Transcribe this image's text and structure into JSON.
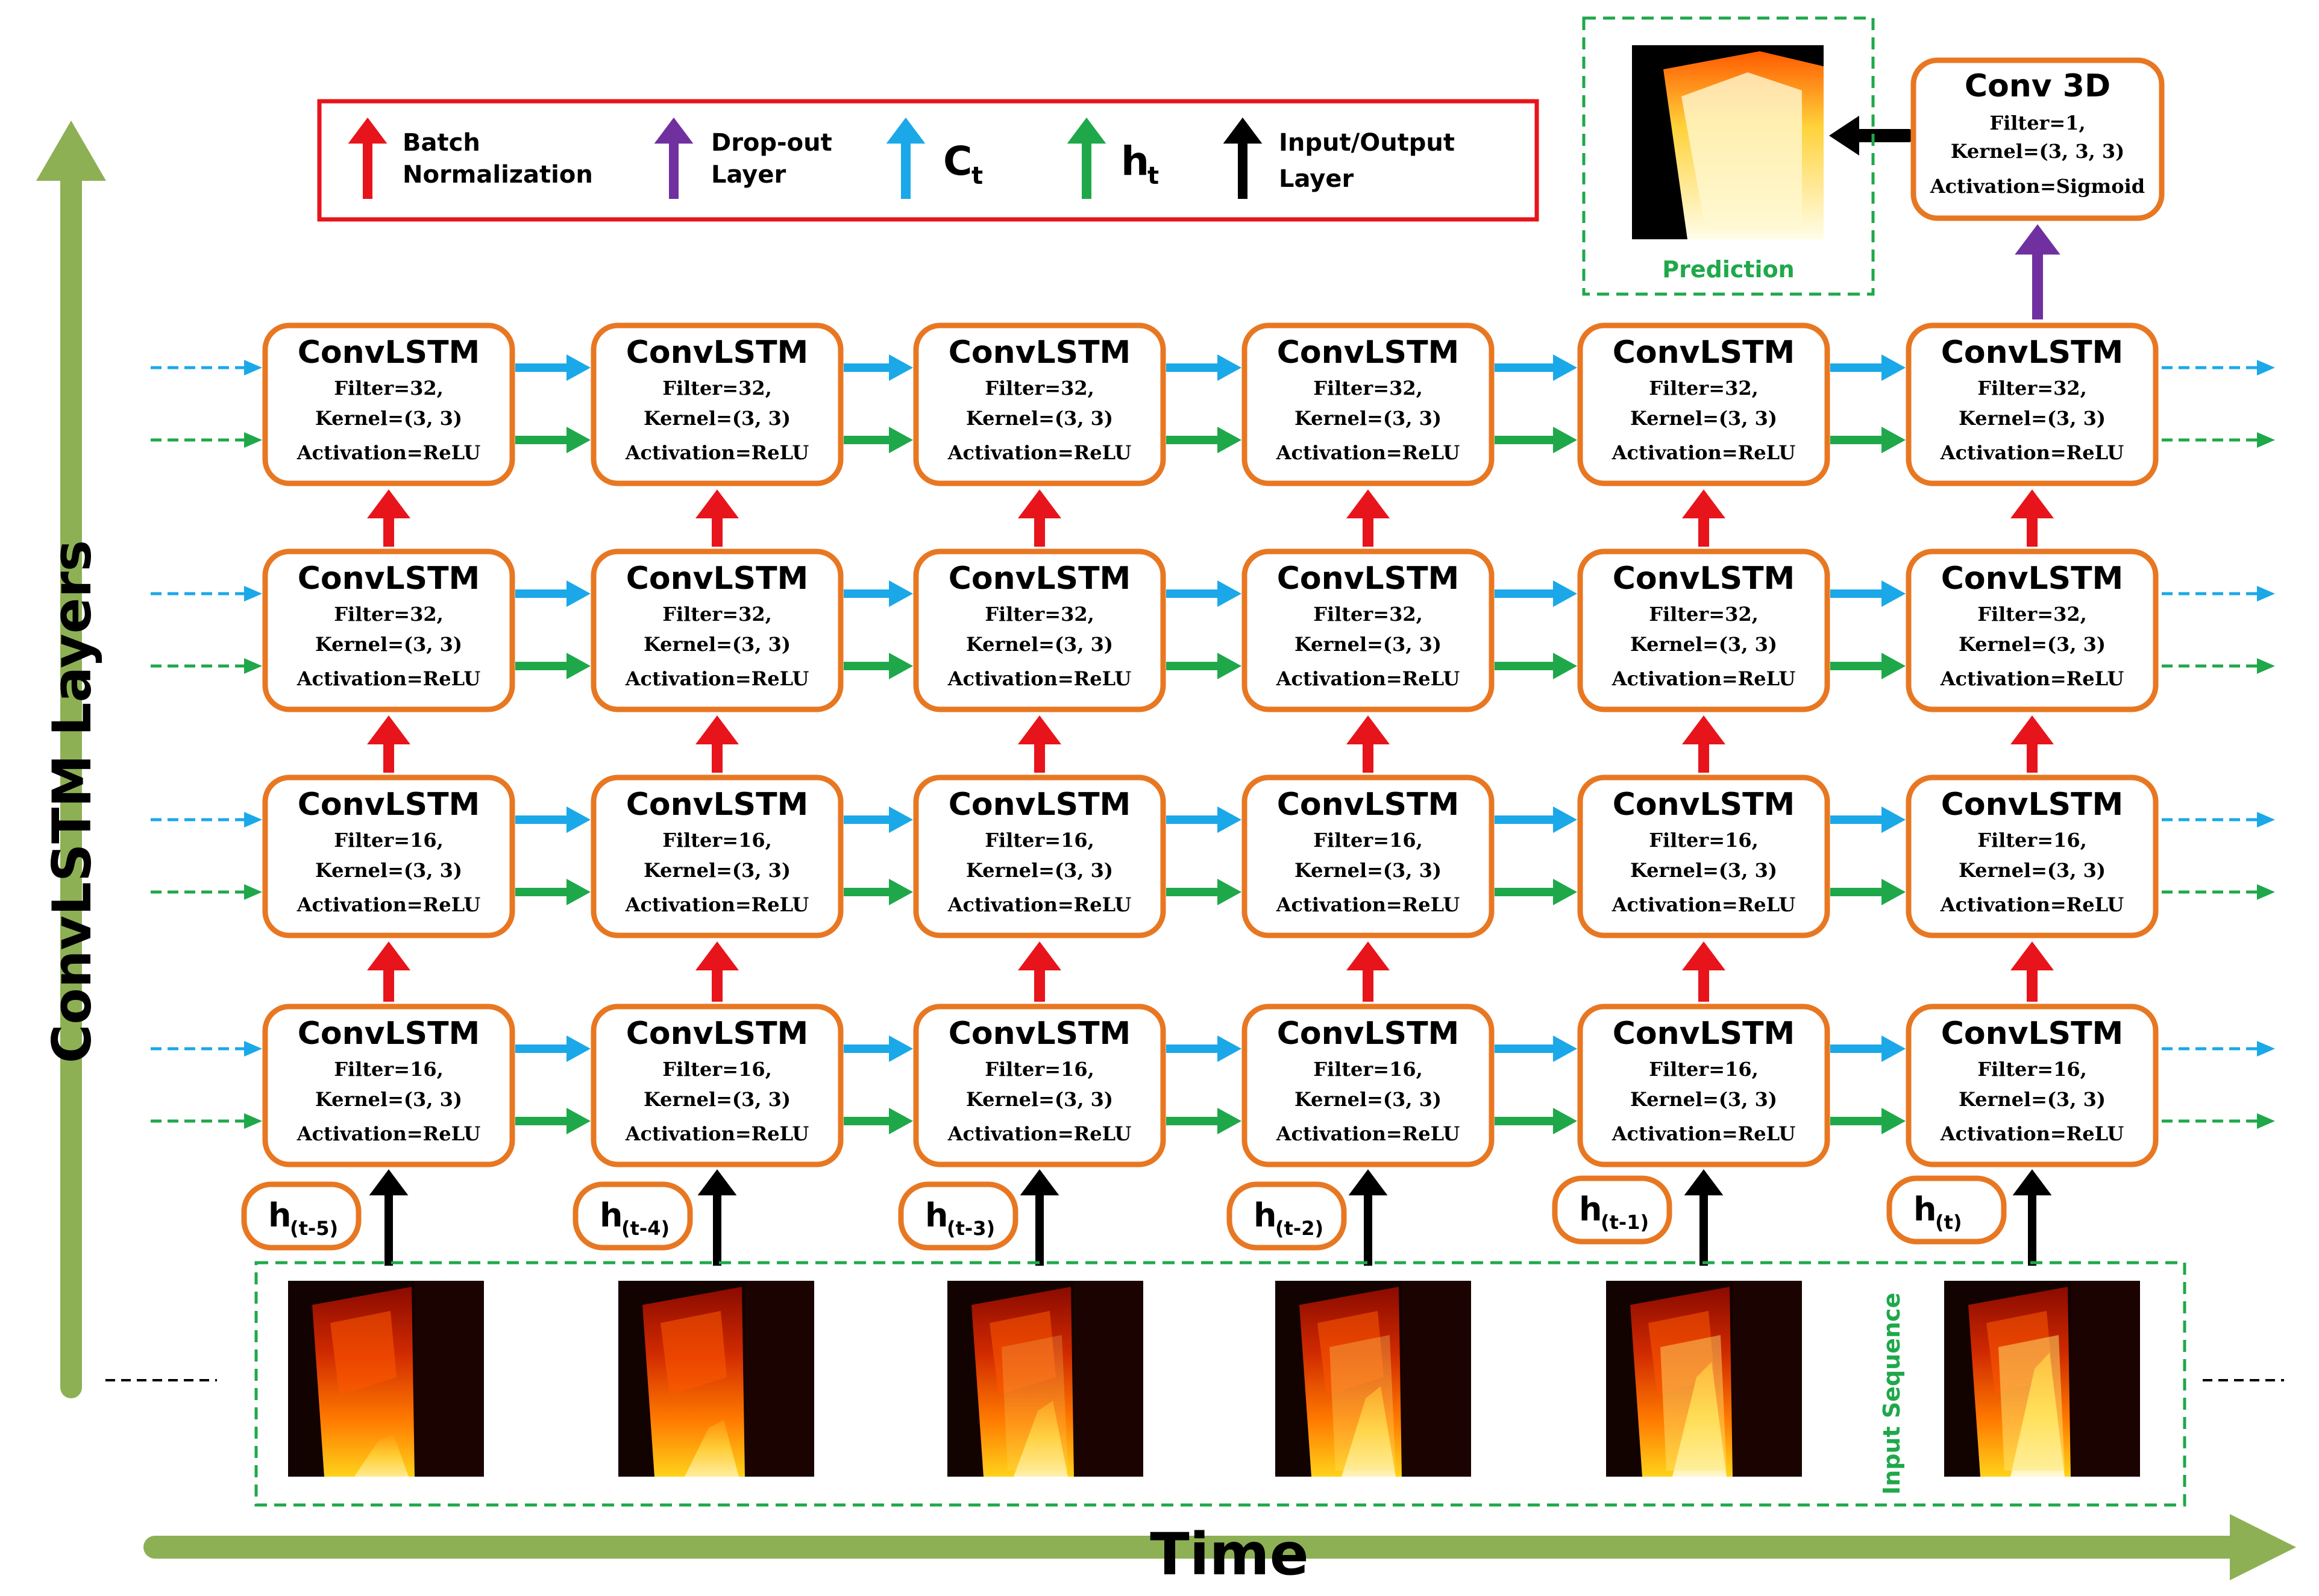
{
  "legend": {
    "batch_norm": "Batch Normalization",
    "batch_norm_line1": "Batch",
    "batch_norm_line2": "Normalization",
    "dropout_line1": "Drop-out",
    "dropout_line2": "Layer",
    "c_symbol": "C",
    "c_sub": "t",
    "h_symbol": "h",
    "h_sub": "t",
    "io_line1": "Input/Output",
    "io_line2": "Layer"
  },
  "colors": {
    "batch_norm": "#E8141B",
    "dropout": "#7030A0",
    "c_state": "#1BA8E8",
    "h_state": "#1FA84A",
    "io": "#000000",
    "box_border": "#E87722",
    "axis": "#8DB055",
    "legend_border": "#E8141B"
  },
  "axes": {
    "time_label": "Time",
    "layers_label": "ConvLSTM Layers"
  },
  "layers": [
    {
      "title": "ConvLSTM",
      "filter": "Filter=16,",
      "kernel": "Kernel=(3, 3)",
      "activation": "Activation=ReLU"
    },
    {
      "title": "ConvLSTM",
      "filter": "Filter=16,",
      "kernel": "Kernel=(3, 3)",
      "activation": "Activation=ReLU"
    },
    {
      "title": "ConvLSTM",
      "filter": "Filter=32,",
      "kernel": "Kernel=(3, 3)",
      "activation": "Activation=ReLU"
    },
    {
      "title": "ConvLSTM",
      "filter": "Filter=32,",
      "kernel": "Kernel=(3, 3)",
      "activation": "Activation=ReLU"
    }
  ],
  "timesteps": [
    {
      "h": "h",
      "sub": "(t-5)"
    },
    {
      "h": "h",
      "sub": "(t-4)"
    },
    {
      "h": "h",
      "sub": "(t-3)"
    },
    {
      "h": "h",
      "sub": "(t-2)"
    },
    {
      "h": "h",
      "sub": "(t-1)"
    },
    {
      "h": "h",
      "sub": "(t)"
    }
  ],
  "conv3d": {
    "title": "Conv 3D",
    "filter": "Filter=1,",
    "kernel": "Kernel=(3, 3, 3)",
    "activation": "Activation=Sigmoid"
  },
  "prediction_label": "Prediction",
  "input_sequence_label": "Input Sequence"
}
